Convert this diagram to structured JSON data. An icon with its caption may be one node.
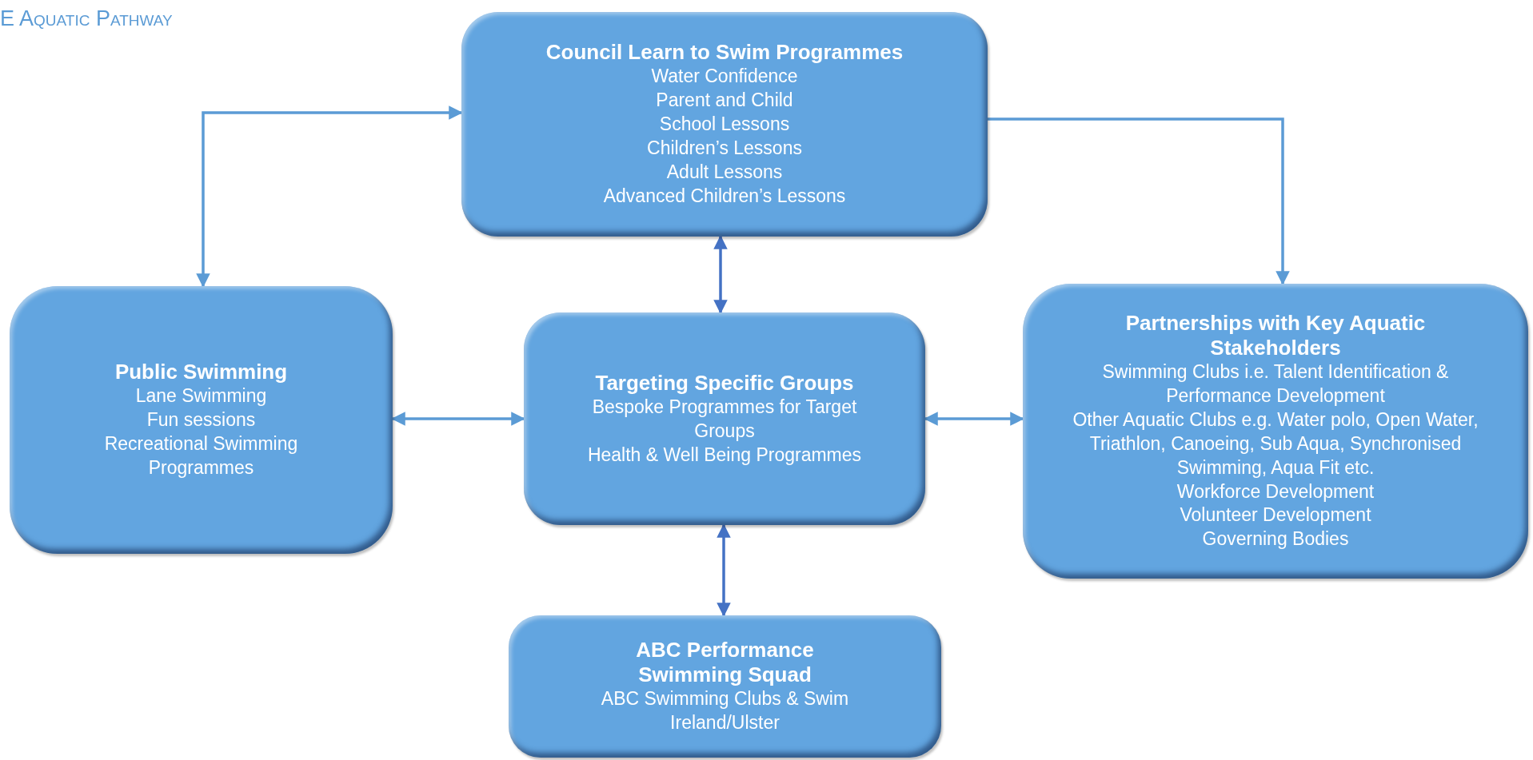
{
  "diagram": {
    "title": "E Aquatic Pathway",
    "nodes": [
      {
        "text": [
          "Council Learn to Swim Programmes",
          "Water Confidence",
          "Parent and Child",
          "School Lessons",
          "Children’s Lessons",
          "Adult Lessons",
          "Advanced Children’s Lessons"
        ]
      },
      {
        "text": [
          "Public Swimming",
          "Lane Swimming",
          "Fun sessions",
          "Recreational Swimming Programmes"
        ]
      },
      {
        "text": [
          "Targeting Specific Groups",
          "Bespoke Programmes for Target Groups",
          "Health & Well Being Programmes"
        ]
      },
      {
        "text": [
          "Partnerships with Key Aquatic Stakeholders",
          "Swimming Clubs i.e. Talent Identification & Performance Development",
          "Other Aquatic Clubs e.g. Water polo, Open Water, Triathlon, Canoeing, Sub Aqua, Synchronised Swimming, Aqua Fit etc.",
          "Workforce Development",
          "Volunteer Development",
          "Governing Bodies"
        ]
      },
      {
        "text": [
          "ABC Performance Swimming Squad",
          "ABC Swimming Clubs & Swim Ireland/Ulster"
        ]
      }
    ],
    "edges": [
      {
        "from": 0,
        "to": 1,
        "arrow": "both"
      },
      {
        "from": 0,
        "to": 3,
        "arrow": "to"
      },
      {
        "from": 0,
        "to": 2,
        "arrow": "both",
        "color": "#4472c4"
      },
      {
        "from": 1,
        "to": 2,
        "arrow": "both"
      },
      {
        "from": 2,
        "to": 3,
        "arrow": "both"
      },
      {
        "from": 2,
        "to": 4,
        "arrow": "both",
        "color": "#4472c4"
      }
    ]
  }
}
